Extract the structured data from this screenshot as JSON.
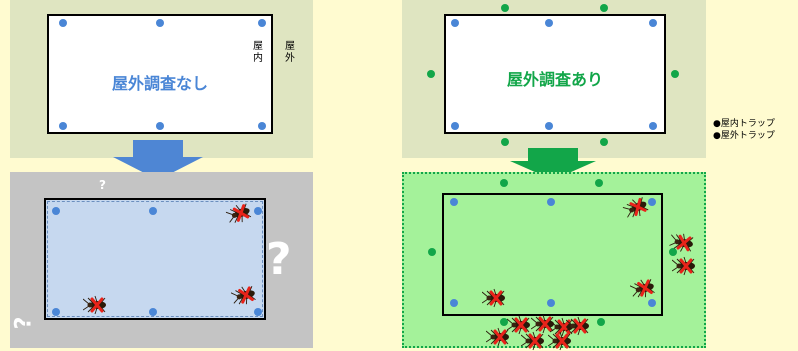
{
  "left_panel": {
    "house_label": "屋外調査なし",
    "label_color": "#4a86d6",
    "result_question_marks": [
      "?",
      "?",
      "?"
    ]
  },
  "right_panel": {
    "house_label": "屋外調査あり",
    "label_color": "#12a649"
  },
  "side_labels": {
    "indoor": "屋内",
    "outdoor": "屋外"
  },
  "legend": {
    "indoor_trap": "●屋内トラップ",
    "outdoor_trap": "●屋外トラップ",
    "indoor_color": "#4a86d6",
    "outdoor_color": "#12a649"
  },
  "icons": {
    "trap_dot": "trap-dot",
    "cockroach": "cockroach-icon",
    "cross": "red-x-icon",
    "arrow": "down-arrow-icon"
  },
  "colors": {
    "page": "#fffbd0",
    "yard": "#dfe5c1",
    "no_survey_bg": "#c4c4c4",
    "no_survey_house": "#c6d8ef",
    "survey_bg": "#a4f29a"
  }
}
